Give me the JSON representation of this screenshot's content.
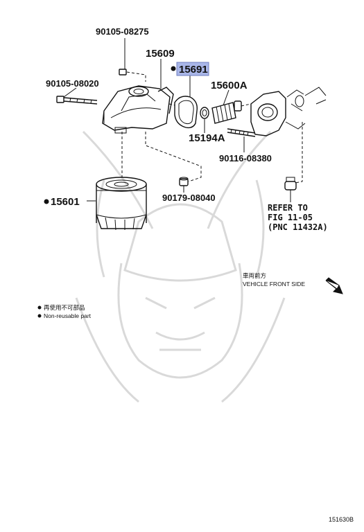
{
  "labels": {
    "p90105_08275": "90105-08275",
    "p15609": "15609",
    "p15691": "15691",
    "p90105_08020": "90105-08020",
    "p15600A": "15600A",
    "p15194A": "15194A",
    "p90116_08380": "90116-08380",
    "p90179_08040": "90179-08040",
    "p15601": "15601"
  },
  "refer": {
    "line1": "REFER TO",
    "line2": "FIG 11-05",
    "line3": "(PNC 11432A)"
  },
  "direction": {
    "ja": "車両前方",
    "en": "VEHICLE FRONT SIDE"
  },
  "legend": {
    "ja": "再使用不可部品",
    "en": "Non-reusable part"
  },
  "figure_code": "151630B",
  "colors": {
    "highlight": "#a9b6e8",
    "watermark": "#d9d9d9"
  }
}
